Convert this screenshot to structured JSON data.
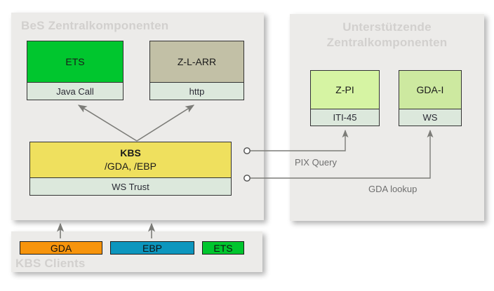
{
  "diagram": {
    "groups": [
      {
        "id": "bes",
        "title": "BeS Zentralkomponenten"
      },
      {
        "id": "support",
        "title": "Unterstützende\nZentralkomponenten"
      },
      {
        "id": "clients",
        "title": "KBS Clients"
      }
    ],
    "components": [
      {
        "id": "ets",
        "name": "ETS",
        "interface": "Java Call",
        "color": "#00C62E"
      },
      {
        "id": "zlarr",
        "name": "Z-L-ARR",
        "interface": "http",
        "color": "#C2C0A6"
      },
      {
        "id": "kbs",
        "name": "KBS",
        "detail": "/GDA, /EBP",
        "interface": "WS Trust",
        "color": "#EFE05E"
      },
      {
        "id": "zpi",
        "name": "Z-PI",
        "interface": "ITI-45",
        "color": "#D6F4A3"
      },
      {
        "id": "gdai",
        "name": "GDA-I",
        "interface": "WS",
        "color": "#CDE9A0"
      }
    ],
    "clients": [
      {
        "id": "gda",
        "name": "GDA",
        "color": "#F7940C"
      },
      {
        "id": "ebp",
        "name": "EBP",
        "color": "#0D96BE"
      },
      {
        "id": "ets",
        "name": "ETS",
        "color": "#00C62E"
      }
    ],
    "connections": [
      {
        "id": "pix",
        "label": "PIX Query"
      },
      {
        "id": "lookup",
        "label": "GDA lookup"
      }
    ],
    "colors": {
      "panel": "#ECEBE9",
      "panel_title": "#D2D0CE",
      "interface_bar": "#DCE8DC",
      "wire": "#7C7C78",
      "border": "#333333"
    }
  }
}
